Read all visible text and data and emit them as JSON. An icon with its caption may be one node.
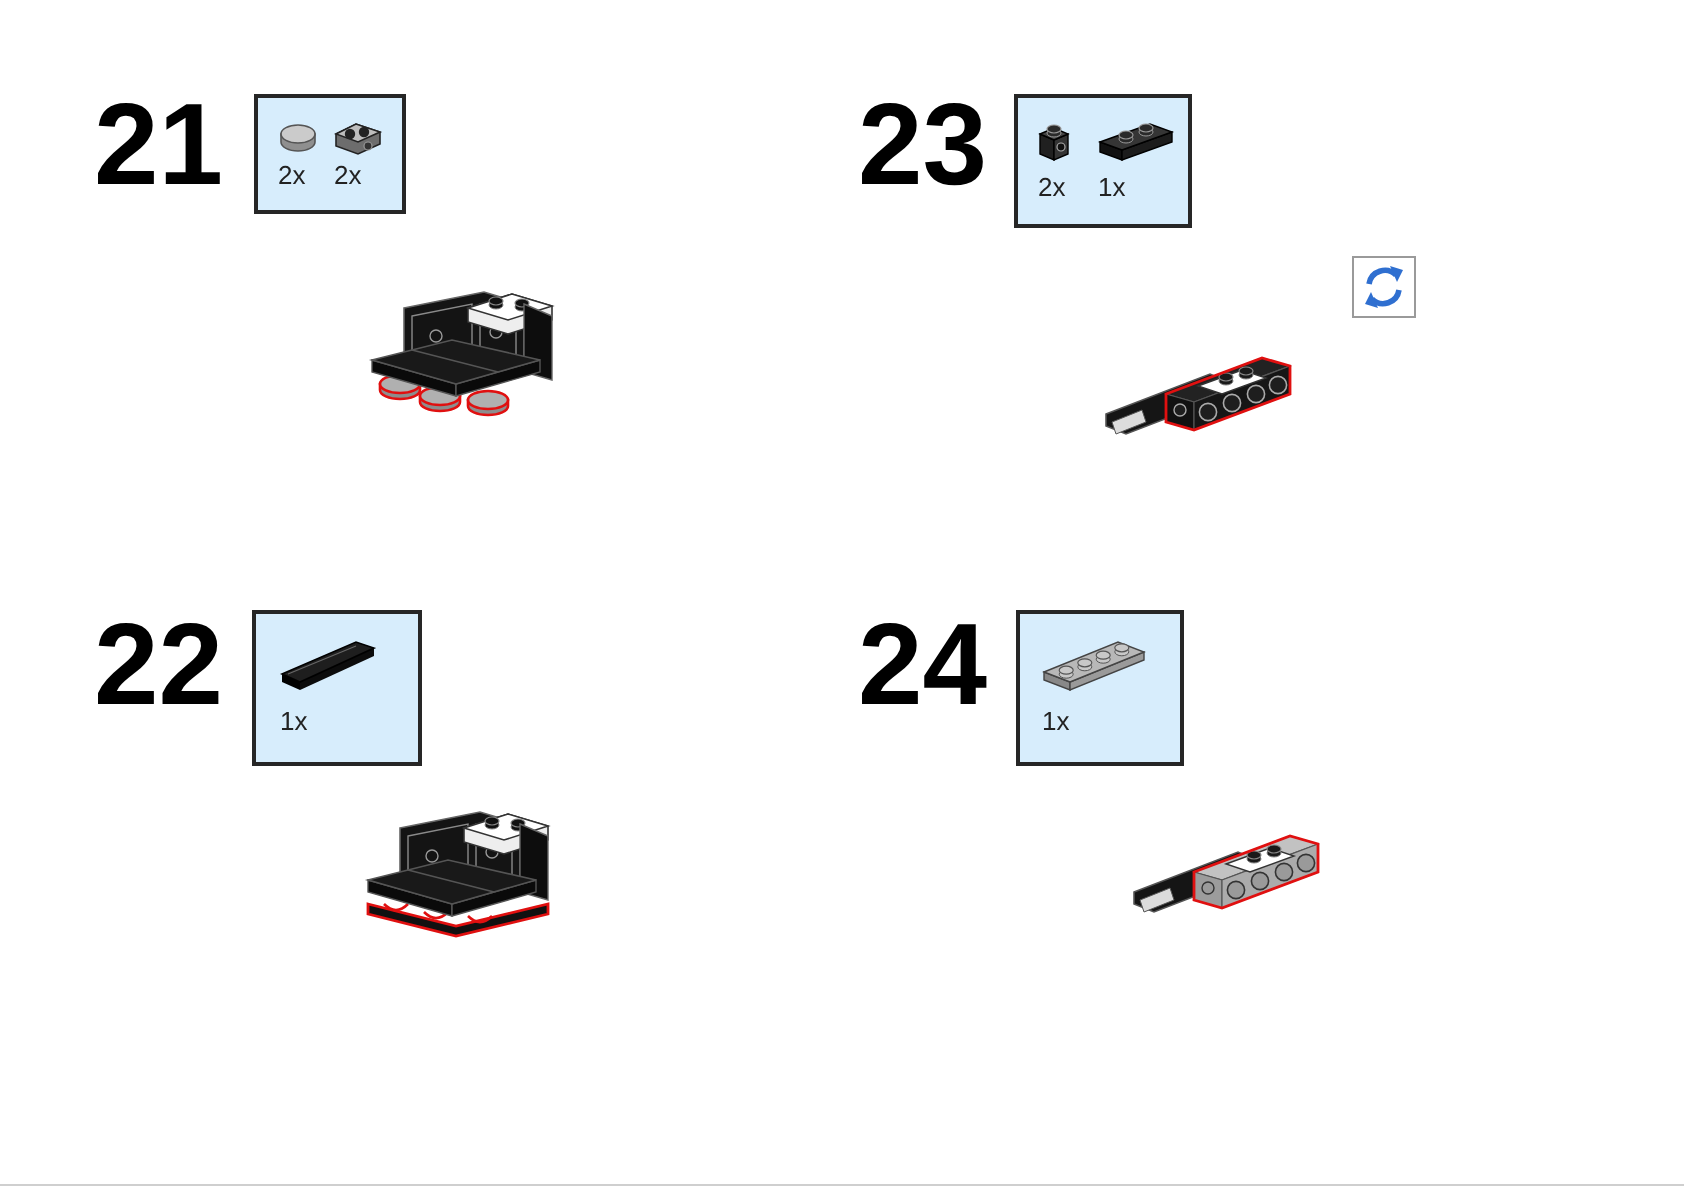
{
  "diagram": {
    "nodes": [
      {
        "text": [
          "2x",
          "2x"
        ]
      },
      {
        "text": [
          "1x"
        ]
      },
      {
        "text": [
          "2x",
          "1x"
        ]
      },
      {
        "text": [
          "1x"
        ]
      }
    ],
    "labels": [
      "21",
      "22",
      "23",
      "24"
    ]
  }
}
